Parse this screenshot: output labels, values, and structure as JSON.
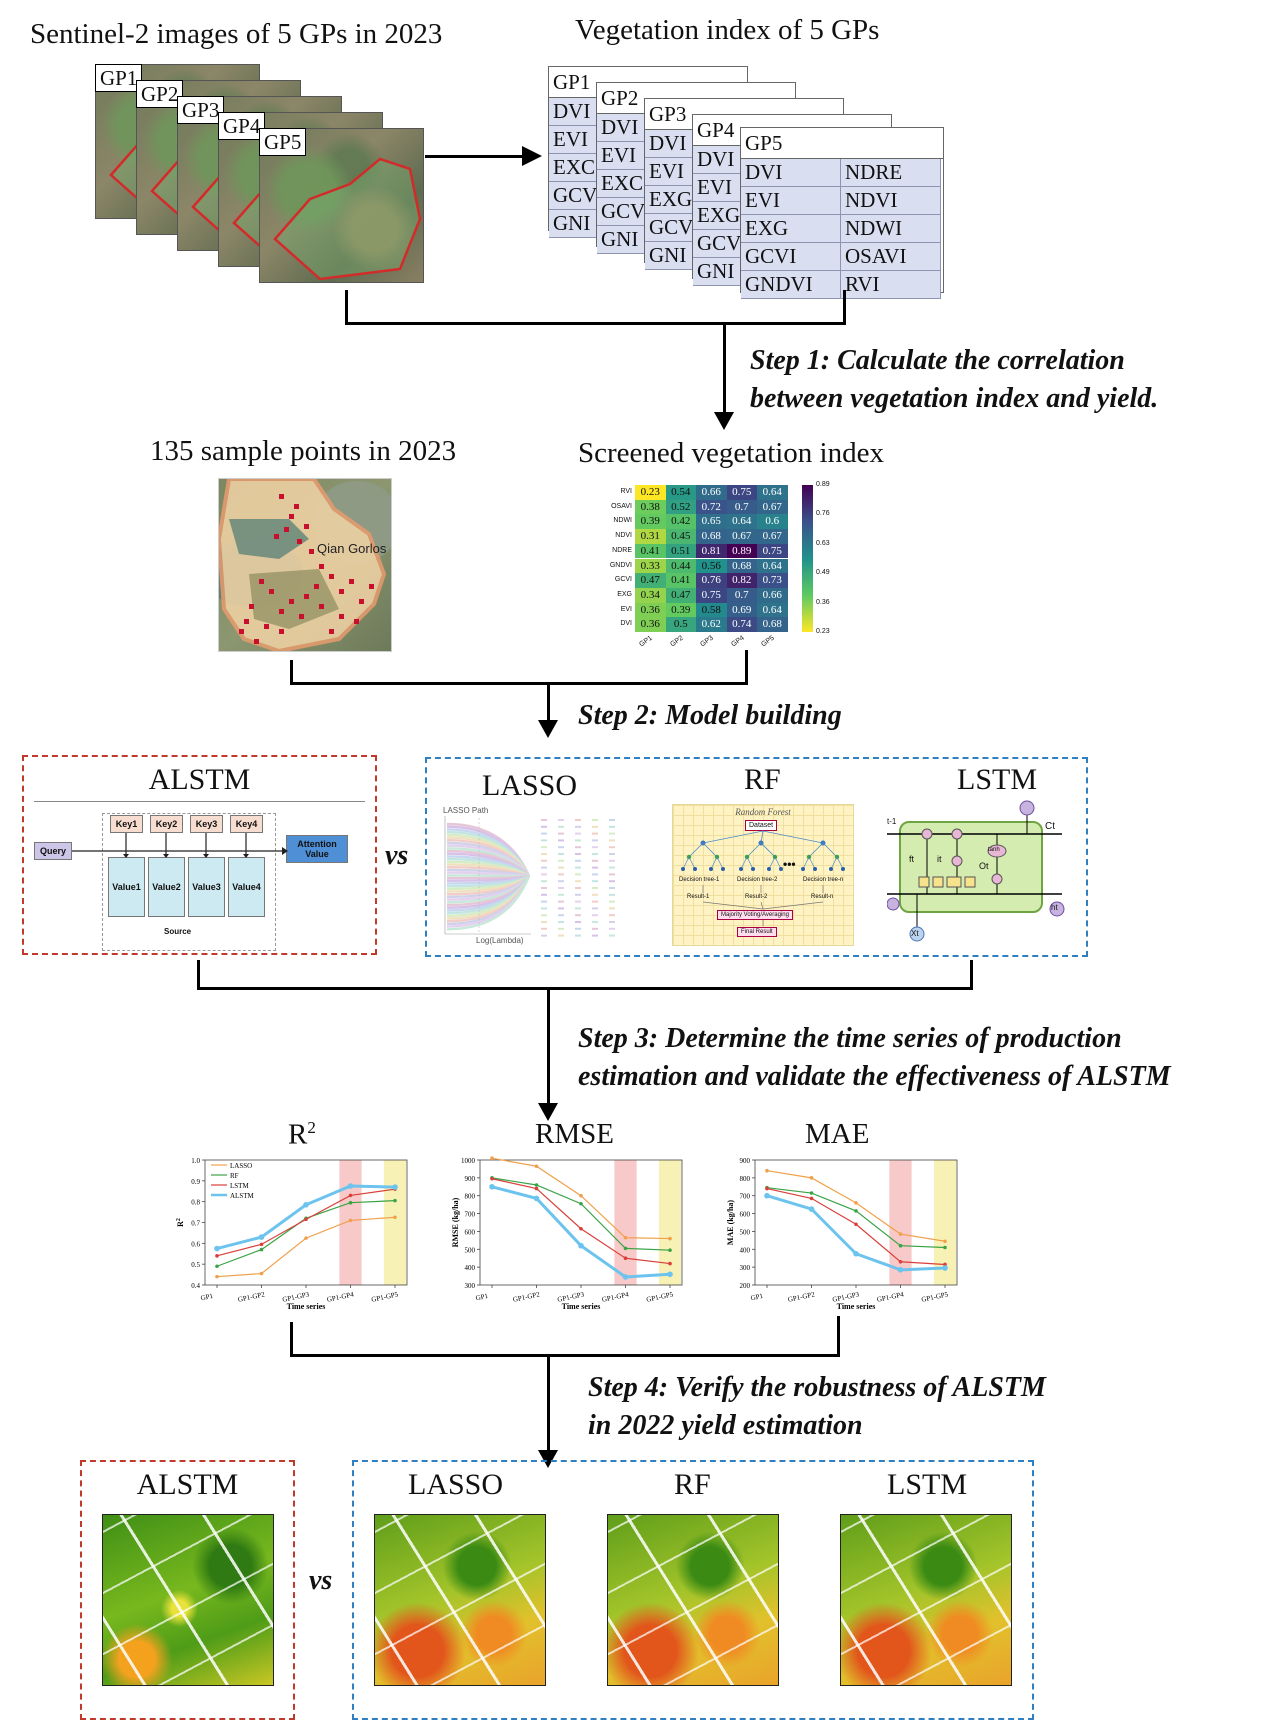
{
  "titles": {
    "sentinel": "Sentinel-2 images of 5 GPs in 2023",
    "vegetation": "Vegetation index of 5 GPs",
    "samples": "135 sample points in 2023",
    "screened": "Screened vegetation index",
    "map_place": "Qian Gorlos"
  },
  "gps": [
    "GP1",
    "GP2",
    "GP3",
    "GP4",
    "GP5"
  ],
  "vi_partial": [
    "DVI",
    "EVI",
    "EXC",
    "GCV",
    "GNI"
  ],
  "vi_partial_variants": [
    [
      "DVI",
      "EVI",
      "EXC",
      "GCV",
      "GNI"
    ],
    [
      "DVI",
      "EVI",
      "EXC",
      "GCV",
      "GNI"
    ],
    [
      "DVI",
      "EVI",
      "EXG",
      "GCV",
      "GNI"
    ],
    [
      "DVI",
      "EVI",
      "EXG",
      "GCV",
      "GNI"
    ]
  ],
  "vi_full": [
    [
      "DVI",
      "NDRE"
    ],
    [
      "EVI",
      "NDVI"
    ],
    [
      "EXG",
      "NDWI"
    ],
    [
      "GCVI",
      "OSAVI"
    ],
    [
      "GNDVI",
      "RVI"
    ]
  ],
  "steps": {
    "s1a": "Step 1: Calculate the correlation",
    "s1b": "between vegetation index and yield.",
    "s2": "Step 2: Model building",
    "s3a": "Step 3: Determine the time series of production",
    "s3b": "estimation and validate the effectiveness of ALSTM",
    "s4a": "Step 4: Verify the robustness of ALSTM",
    "s4b": "in 2022 yield estimation"
  },
  "models": {
    "alstm": "ALSTM",
    "lasso": "LASSO",
    "rf": "RF",
    "lstm": "LSTM",
    "vs": "vs"
  },
  "alstm_diagram": {
    "query": "Query",
    "keys": [
      "Key1",
      "Key2",
      "Key3",
      "Key4"
    ],
    "values": [
      "Value1",
      "Value2",
      "Value3",
      "Value4"
    ],
    "source": "Source",
    "attention": "Attention Value"
  },
  "lasso_diagram": {
    "title": "LASSO Path",
    "xlabel": "Log(Lambda)"
  },
  "rf_diagram": {
    "title": "Random Forest",
    "dataset": "Dataset",
    "trees": [
      "Decision tree-1",
      "Decision tree-2",
      "Decision tree-n"
    ],
    "results": [
      "Result-1",
      "Result-2",
      "Result-n"
    ],
    "vote": "Majority Voting/Averaging",
    "final": "Final Result"
  },
  "lstm_diagram": {
    "c": "Ct",
    "f": "ft",
    "i": "it",
    "o": "Ot",
    "tanh": "tanh",
    "h": "ht",
    "x": "Xt",
    "prev": "t-1"
  },
  "chart_data": [
    {
      "type": "heatmap",
      "title": "Screened vegetation index",
      "rows": [
        "RVI",
        "OSAVI",
        "NDWI",
        "NDVI",
        "NDRE",
        "GNDVI",
        "GCVI",
        "EXG",
        "EVI",
        "DVI"
      ],
      "cols": [
        "GP1",
        "GP2",
        "GP3",
        "GP4",
        "GP5"
      ],
      "values": [
        [
          0.23,
          0.54,
          0.66,
          0.75,
          0.64
        ],
        [
          0.38,
          0.52,
          0.72,
          0.7,
          0.67
        ],
        [
          0.39,
          0.42,
          0.65,
          0.64,
          0.6
        ],
        [
          0.31,
          0.45,
          0.68,
          0.67,
          0.67
        ],
        [
          0.41,
          0.51,
          0.81,
          0.89,
          0.75
        ],
        [
          0.33,
          0.44,
          0.56,
          0.68,
          0.64
        ],
        [
          0.47,
          0.41,
          0.76,
          0.82,
          0.73
        ],
        [
          0.34,
          0.47,
          0.75,
          0.7,
          0.66
        ],
        [
          0.36,
          0.39,
          0.58,
          0.69,
          0.64
        ],
        [
          0.36,
          0.5,
          0.62,
          0.74,
          0.68
        ]
      ],
      "colorbar_ticks": [
        "0.89",
        "0.76",
        "0.63",
        "0.49",
        "0.36",
        "0.23"
      ]
    },
    {
      "type": "line",
      "title": "R",
      "title_sup": "2",
      "ylabel": "R",
      "ylabel_sup": "2",
      "xlabel": "Time series",
      "categories": [
        "GP1",
        "GP1-GP2",
        "GP1-GP3",
        "GP1-GP4",
        "GP1-GP5"
      ],
      "ylim": [
        0.4,
        1.0
      ],
      "yticks": [
        "1.0",
        "0.9",
        "0.8",
        "0.7",
        "0.6",
        "0.5",
        "0.4"
      ],
      "series": [
        {
          "name": "LASSO",
          "values": [
            0.44,
            0.455,
            0.625,
            0.71,
            0.725
          ]
        },
        {
          "name": "RF",
          "values": [
            0.49,
            0.57,
            0.72,
            0.795,
            0.805
          ]
        },
        {
          "name": "LSTM",
          "values": [
            0.54,
            0.595,
            0.715,
            0.83,
            0.86
          ]
        },
        {
          "name": "ALSTM",
          "values": [
            0.575,
            0.63,
            0.785,
            0.875,
            0.87
          ]
        }
      ]
    },
    {
      "type": "line",
      "title": "RMSE",
      "ylabel": "RMSE (kg/ha)",
      "xlabel": "Time series",
      "categories": [
        "GP1",
        "GP1-GP2",
        "GP1-GP3",
        "GP1-GP4",
        "GP1-GP5"
      ],
      "ylim": [
        300,
        1000
      ],
      "yticks": [
        "1000",
        "900",
        "800",
        "700",
        "600",
        "500",
        "400",
        "300"
      ],
      "series": [
        {
          "name": "LASSO",
          "values": [
            1010,
            965,
            800,
            565,
            560
          ]
        },
        {
          "name": "RF",
          "values": [
            900,
            860,
            755,
            505,
            495
          ]
        },
        {
          "name": "LSTM",
          "values": [
            895,
            840,
            615,
            450,
            420
          ]
        },
        {
          "name": "ALSTM",
          "values": [
            850,
            785,
            520,
            345,
            360
          ]
        }
      ]
    },
    {
      "type": "line",
      "title": "MAE",
      "ylabel": "MAE (kg/ha)",
      "xlabel": "Time series",
      "categories": [
        "GP1",
        "GP1-GP2",
        "GP1-GP3",
        "GP1-GP4",
        "GP1-GP5"
      ],
      "ylim": [
        200,
        900
      ],
      "yticks": [
        "900",
        "800",
        "700",
        "600",
        "500",
        "400",
        "300",
        "200"
      ],
      "series": [
        {
          "name": "LASSO",
          "values": [
            840,
            800,
            660,
            485,
            445
          ]
        },
        {
          "name": "RF",
          "values": [
            745,
            715,
            615,
            420,
            410
          ]
        },
        {
          "name": "LSTM",
          "values": [
            740,
            685,
            540,
            330,
            315
          ]
        },
        {
          "name": "ALSTM",
          "values": [
            700,
            625,
            375,
            285,
            295
          ]
        }
      ]
    }
  ],
  "series_colors": {
    "LASSO": "#f0a04b",
    "RF": "#3aa346",
    "LSTM": "#d9403a",
    "ALSTM": "#6cc3ee"
  }
}
